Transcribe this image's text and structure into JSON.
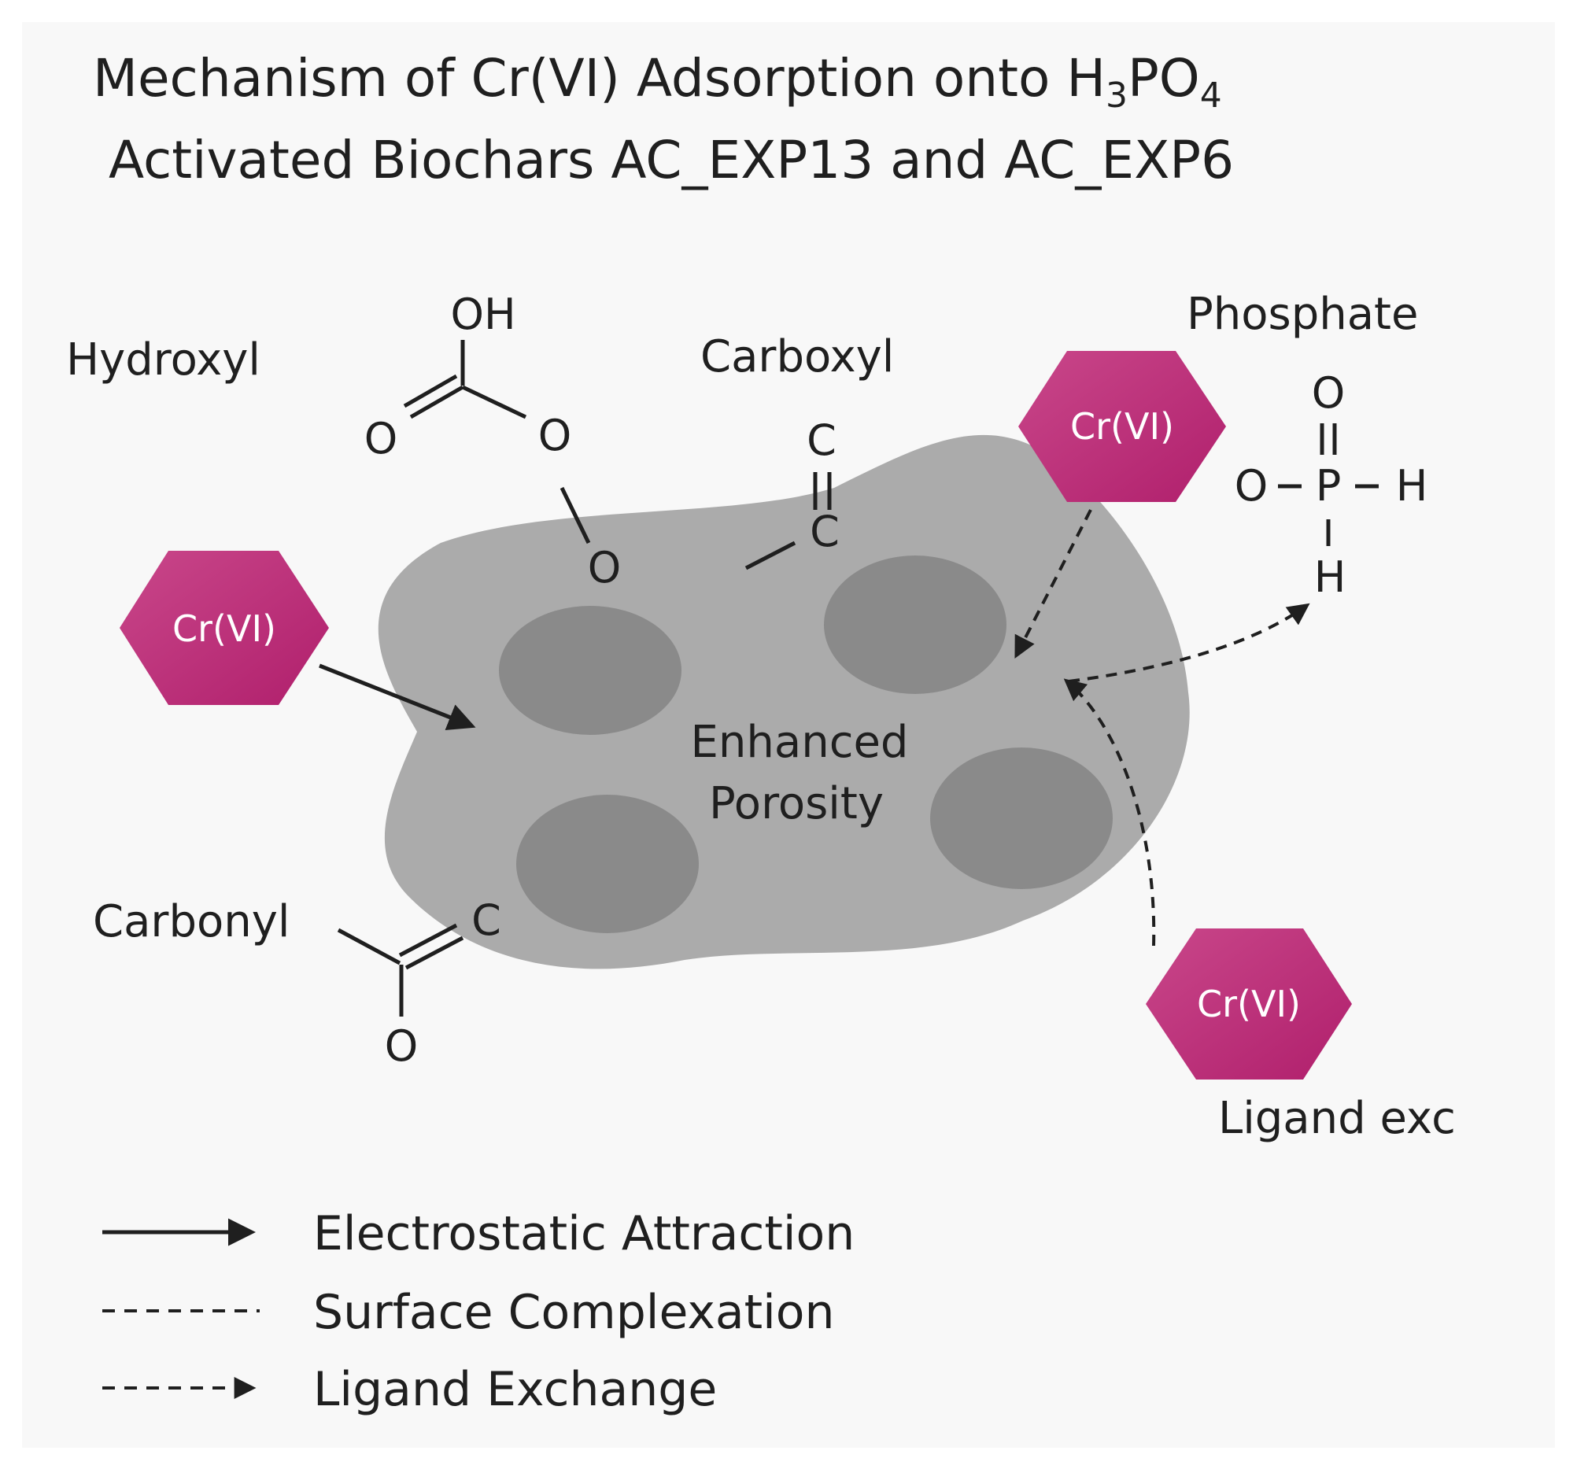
{
  "title": {
    "line1_prefix": "Mechanism of Cr(VI) Adsorption onto H",
    "line1_sub1": "3",
    "line1_mid": "PO",
    "line1_sub2": "4",
    "line2": "Activated Biochars AC_EXP13 and AC_EXP6"
  },
  "labels": {
    "hydroxyl": "Hydroxyl",
    "carboxyl": "Carboxyl",
    "phosphate": "Phosphate",
    "carbonyl": "Carbonyl",
    "porosity_line1": "Enhanced",
    "porosity_line2": "Porosity",
    "ligand_exc": "Ligand exc"
  },
  "ion_label": "Cr(VI)",
  "atoms": {
    "oh": "OH",
    "o": "O",
    "c": "C",
    "p": "P",
    "h": "H"
  },
  "legend": {
    "solid": "Electrostatic Attraction",
    "dashed": "Surface Complexation",
    "dashed_arrow": "Ligand Exchange"
  },
  "colors": {
    "ion_start": "#c43d82",
    "ion_end": "#b5236f",
    "biochar": "#ababab",
    "pore": "#8a8a8a",
    "ink": "#1f1f1f"
  }
}
